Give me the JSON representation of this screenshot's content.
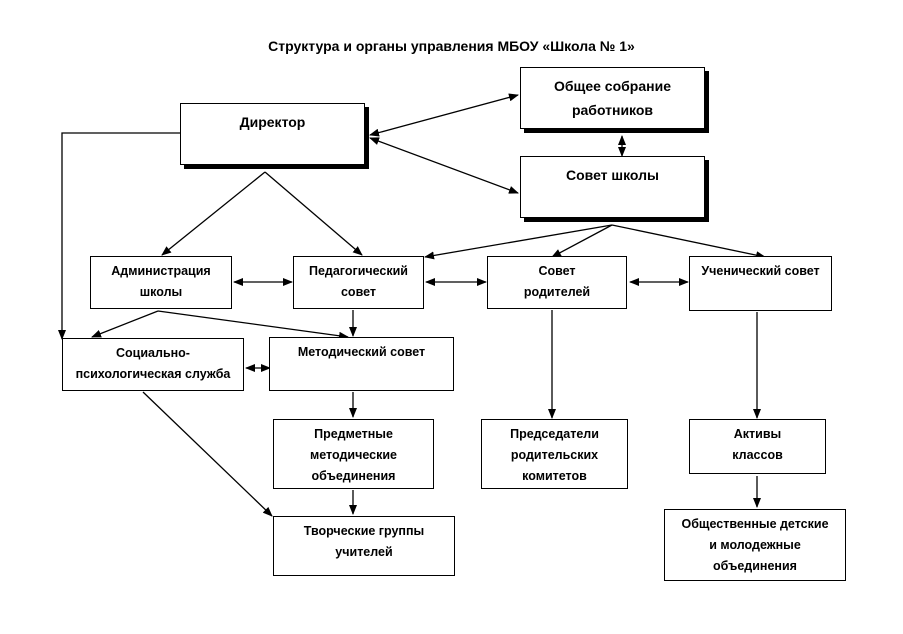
{
  "title": "Структура и органы управления МБОУ «Школа № 1»",
  "nodes": {
    "director": [
      "Директор"
    ],
    "general_meeting": [
      "Общее собрание",
      "работников"
    ],
    "school_council": [
      "Совет школы"
    ],
    "administration": [
      "Администрация",
      "школы"
    ],
    "pedagogical_council": [
      "Педагогический",
      "совет"
    ],
    "parents_council": [
      "Совет",
      "родителей"
    ],
    "student_council": [
      "Ученический совет"
    ],
    "social_service": [
      "Социально-",
      "психологическая служба"
    ],
    "methodical_council": [
      "Методический совет"
    ],
    "subject_associations": [
      "Предметные",
      "методические",
      "объединения"
    ],
    "parent_committee_chairs": [
      "Председатели",
      "родительских",
      "комитетов"
    ],
    "class_activists": [
      "Активы",
      "классов"
    ],
    "creative_groups": [
      "Творческие группы",
      "учителей"
    ],
    "youth_associations": [
      "Общественные детские",
      "и молодежные",
      "объединения"
    ]
  },
  "colors": {
    "line": "#000000",
    "box_border": "#000000",
    "background": "#ffffff"
  }
}
